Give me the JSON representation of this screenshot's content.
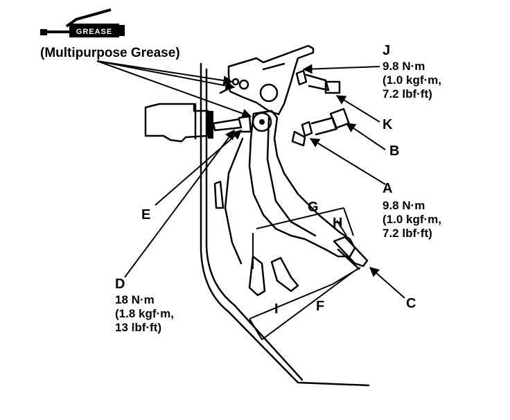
{
  "grease": {
    "badge_text": "GREASE",
    "note": "(Multipurpose Grease)"
  },
  "labels": {
    "A": {
      "letter": "A",
      "spec": [
        "9.8 N·m",
        "(1.0 kgf·m,",
        "7.2 lbf·ft)"
      ]
    },
    "B": {
      "letter": "B"
    },
    "C": {
      "letter": "C"
    },
    "D": {
      "letter": "D",
      "spec": [
        "18 N·m",
        "(1.8 kgf·m,",
        "13 lbf·ft)"
      ]
    },
    "E": {
      "letter": "E"
    },
    "F": {
      "letter": "F"
    },
    "G": {
      "letter": "G"
    },
    "H": {
      "letter": "H"
    },
    "I": {
      "letter": "I"
    },
    "J": {
      "letter": "J",
      "spec": [
        "9.8 N·m",
        "(1.0 kgf·m,",
        "7.2 lbf·ft)"
      ]
    },
    "K": {
      "letter": "K"
    }
  },
  "colors": {
    "ink": "#000000",
    "paper": "#ffffff"
  }
}
